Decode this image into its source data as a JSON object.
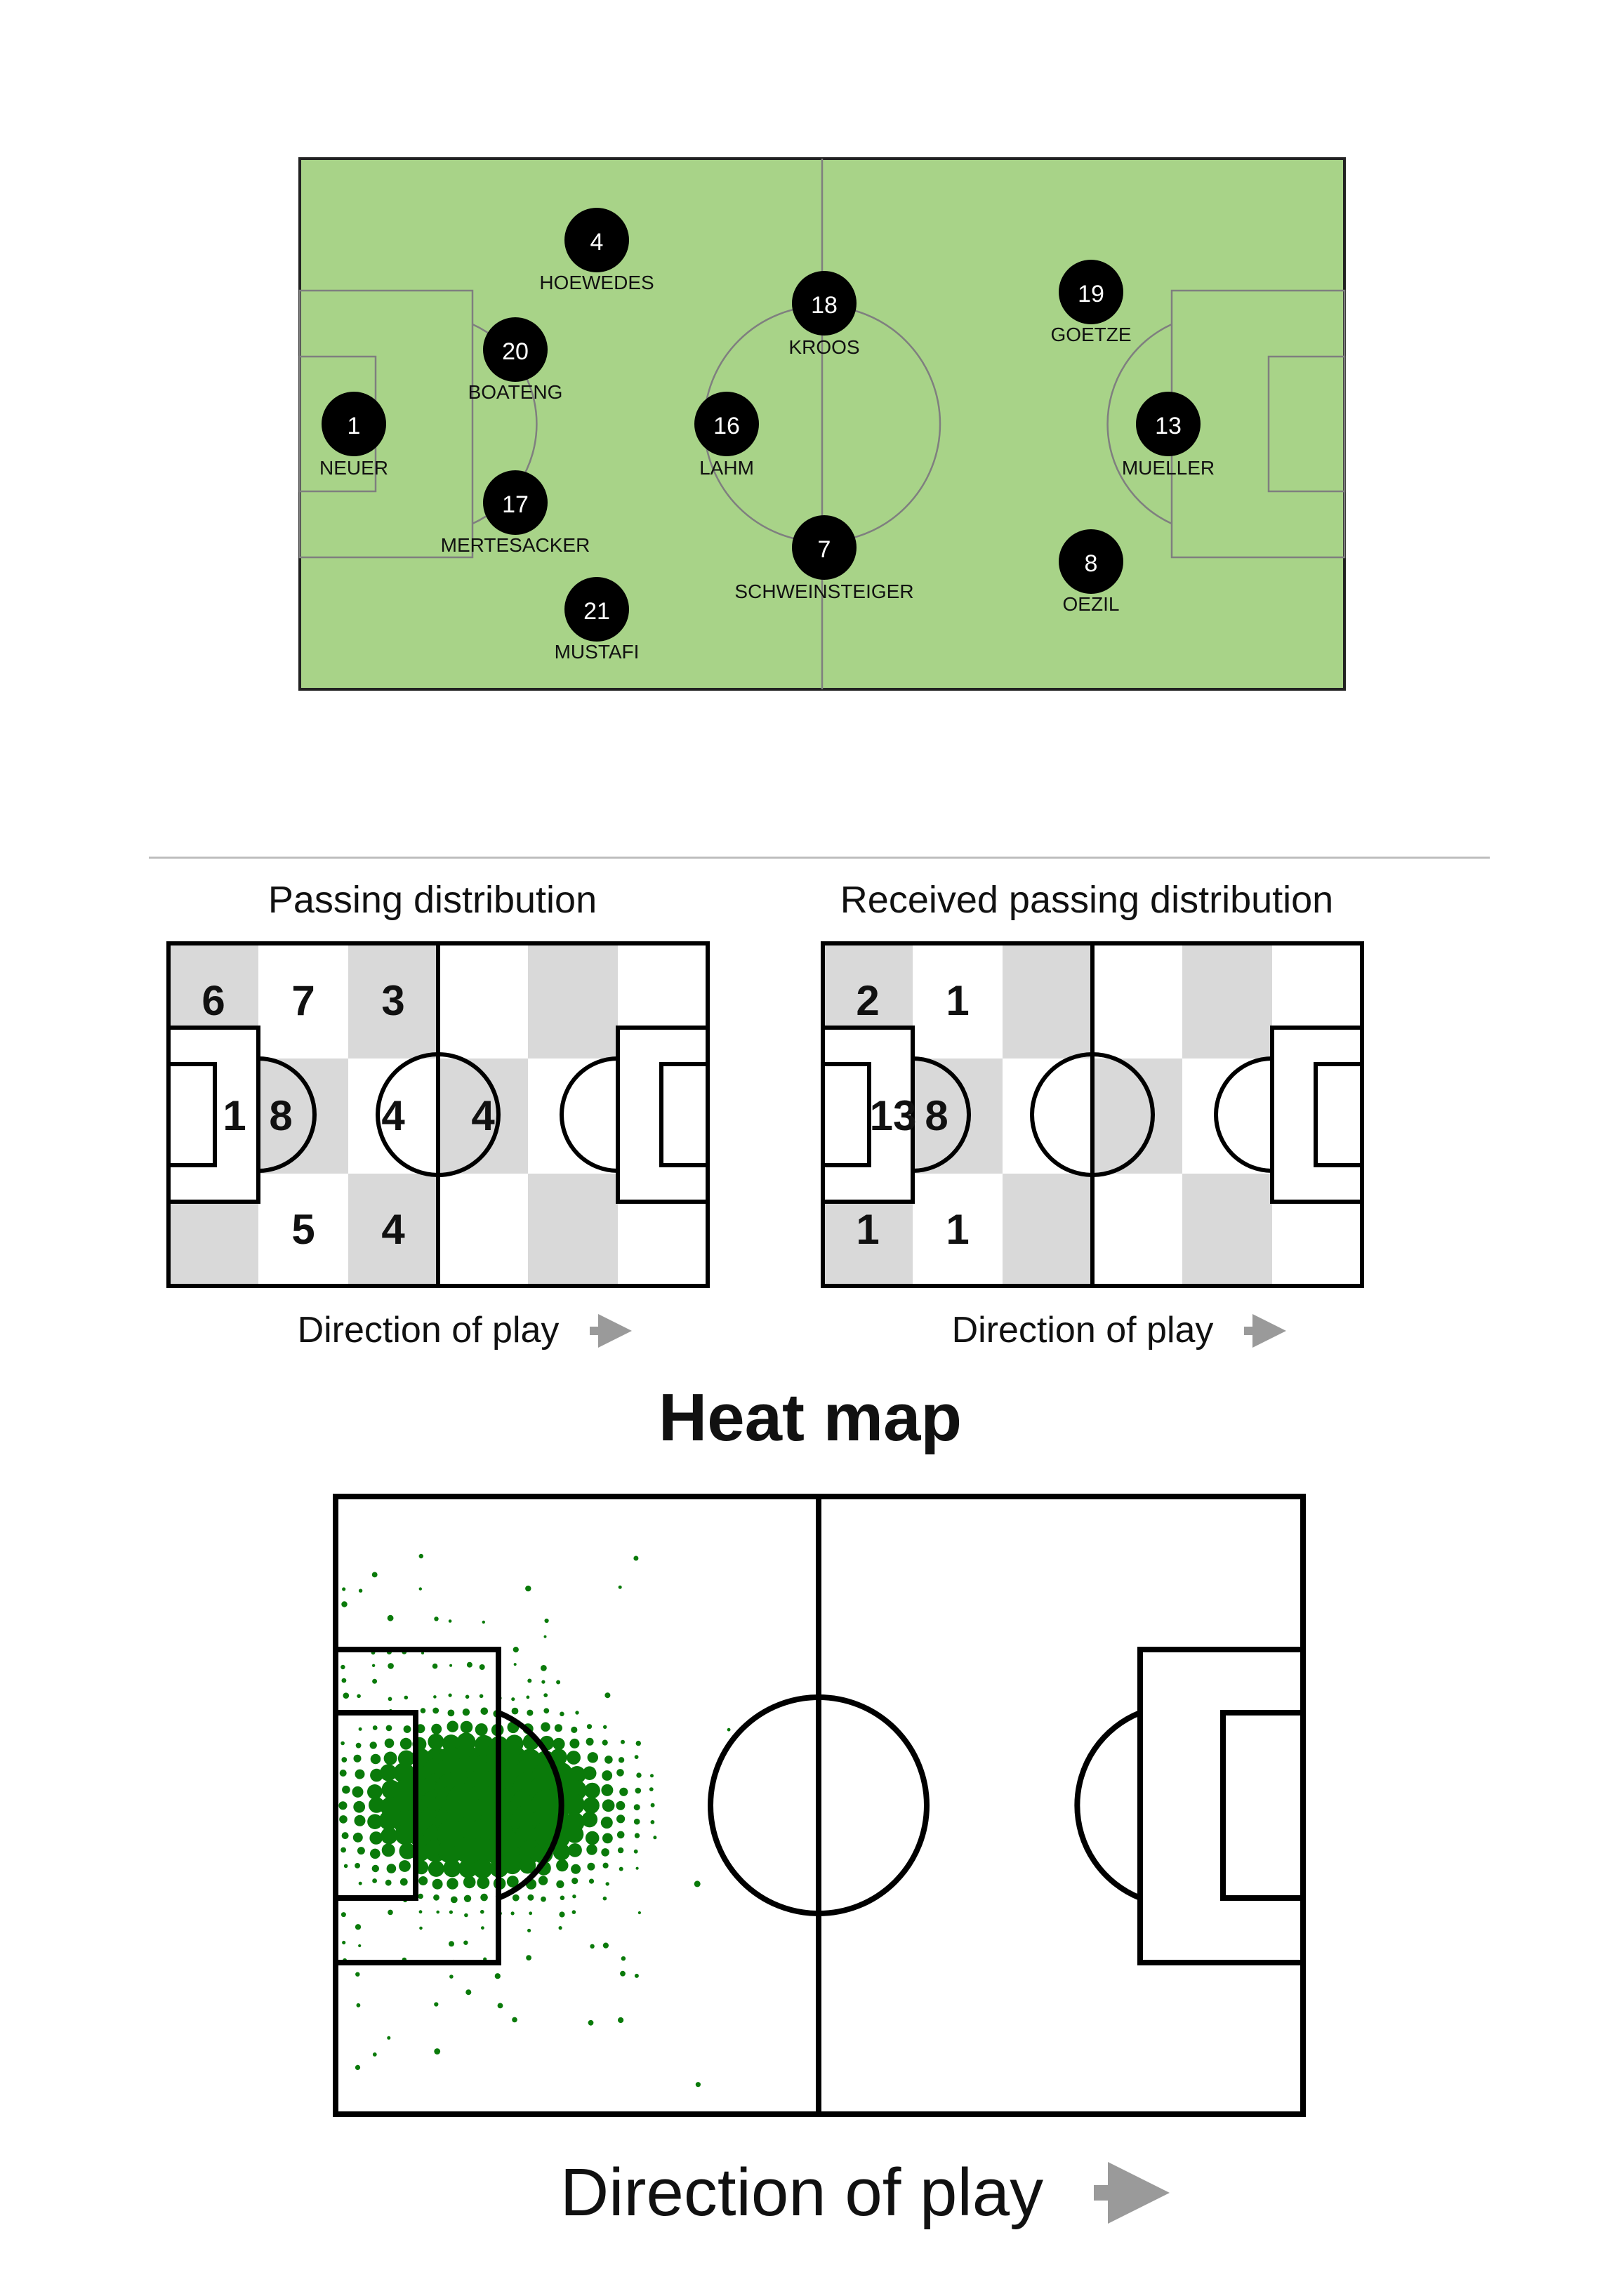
{
  "lineup": {
    "players": [
      {
        "number": "1",
        "name": "NEUER"
      },
      {
        "number": "4",
        "name": "HOEWEDES"
      },
      {
        "number": "20",
        "name": "BOATENG"
      },
      {
        "number": "17",
        "name": "MERTESACKER"
      },
      {
        "number": "21",
        "name": "MUSTAFI"
      },
      {
        "number": "16",
        "name": "LAHM"
      },
      {
        "number": "18",
        "name": "KROOS"
      },
      {
        "number": "7",
        "name": "SCHWEINSTEIGER"
      },
      {
        "number": "19",
        "name": "GOETZE"
      },
      {
        "number": "8",
        "name": "OEZIL"
      },
      {
        "number": "13",
        "name": "MUELLER"
      }
    ]
  },
  "passing": {
    "title": "Passing distribution",
    "zones": [
      "6",
      "7",
      "3",
      "1",
      "8",
      "4",
      "4",
      "5",
      "4"
    ],
    "direction": "Direction of play"
  },
  "received": {
    "title": "Received passing distribution",
    "zones": [
      "2",
      "1",
      "13",
      "8",
      "1",
      "1"
    ],
    "direction": "Direction of play"
  },
  "heatmap": {
    "title": "Heat map",
    "direction": "Direction of play",
    "color": "#0a7a0a"
  },
  "colors": {
    "pitch_green": "#a8d388",
    "pitch_line": "#7f7f7f",
    "player_dot": "#000000",
    "zone_grey": "#d9d9d9",
    "arrow_grey": "#9a9a9a"
  }
}
